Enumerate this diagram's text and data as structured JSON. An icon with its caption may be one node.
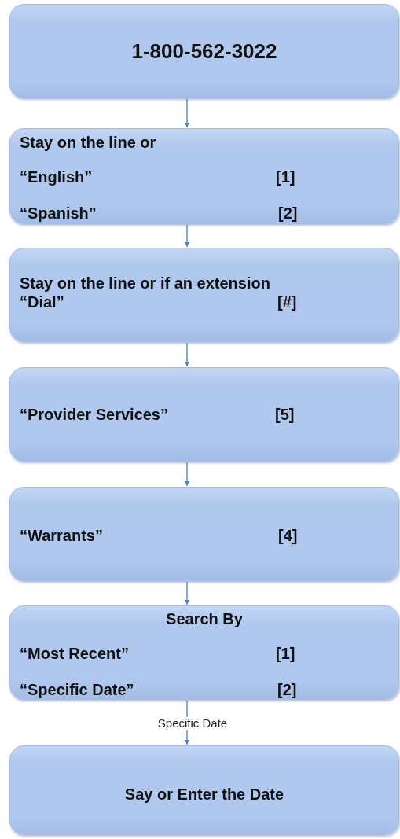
{
  "diagram": {
    "nodes": [
      {
        "text": [
          "1-800-562-3022"
        ]
      },
      {
        "text": [
          "Stay on the line or",
          "“English”",
          "[1]",
          "“Spanish”",
          "[2]"
        ]
      },
      {
        "text": [
          "Stay on the line or if an extension",
          "“Dial”",
          "[#]"
        ]
      },
      {
        "text": [
          "“Provider Services”",
          "[5]"
        ]
      },
      {
        "text": [
          "“Warrants”",
          "[4]"
        ]
      },
      {
        "text": [
          "Search By",
          "“Most Recent”",
          "[1]",
          "“Specific Date”",
          "[2]"
        ]
      },
      {
        "text": [
          "Say or Enter the Date"
        ]
      }
    ],
    "edges": [
      {
        "from": 0,
        "to": 1,
        "arrow": "to"
      },
      {
        "from": 1,
        "to": 2,
        "arrow": "to"
      },
      {
        "from": 2,
        "to": 3,
        "arrow": "to"
      },
      {
        "from": 3,
        "to": 4,
        "arrow": "to"
      },
      {
        "from": 4,
        "to": 5,
        "arrow": "to"
      },
      {
        "from": 5,
        "to": 6,
        "arrow": "to",
        "label": "Specific Date"
      }
    ]
  }
}
